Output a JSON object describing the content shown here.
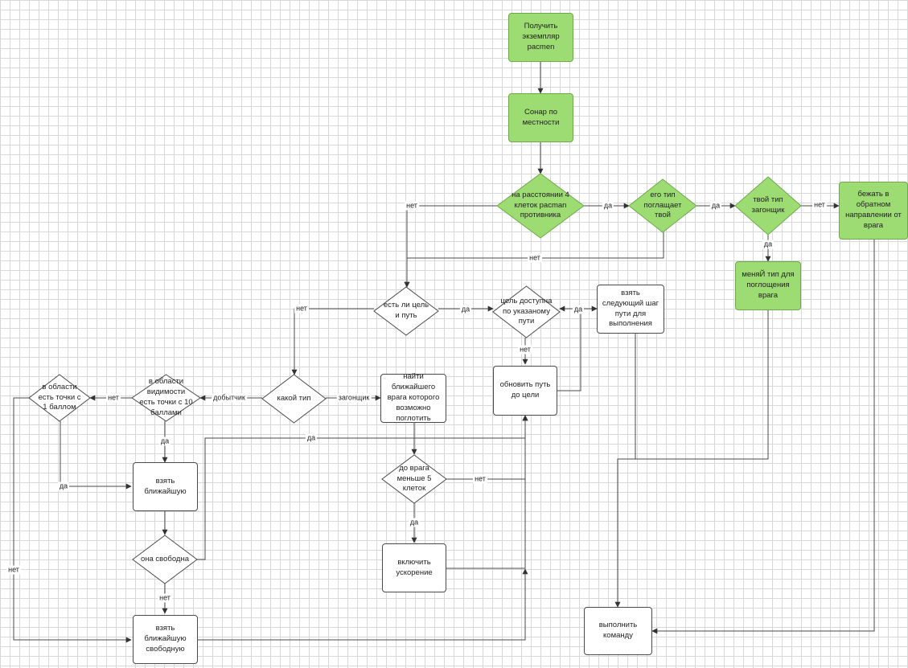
{
  "nodes": {
    "get_pacman": "Получить экземпляр pacmen",
    "sonar": "Сонар по местности",
    "within4": "на расстоянии 4 клеток pacman противника",
    "his_type_eats": "его тип поглащает твой",
    "your_type_chaser": "твой тип загонщик",
    "run_away": "бежать в обратном направлении от врага",
    "change_type": "меняЙ тип для поглощения врага",
    "has_goal": "есть ли цель и путь",
    "goal_reachable": "цель доступна по указаному пути",
    "take_next_step": "взять следующий шаг пути для выполнения",
    "update_path": "обновить путь до цели",
    "which_type": "какой тип",
    "find_enemy": "найти ближайшего врага которого возможно поглотить",
    "area10": "в области видимости есть точки с 10 баллами",
    "area1": "в области есть точки с 1 баллом",
    "take_nearest": "взять ближайшую",
    "is_free": "она свободна",
    "take_nearest_free": "взять ближайшую свободную",
    "enemy_lt5": "до врага меньше 5 клеток",
    "enable_speed": "включить ускорение",
    "execute": "выполнить команду"
  },
  "edge_labels": {
    "within4_no": "нет",
    "within4_yes": "да",
    "his_type_yes": "да",
    "his_type_no": "нет",
    "chaser_no": "нет",
    "chaser_yes": "да",
    "has_goal_no": "нет",
    "has_goal_yes": "да",
    "reachable_yes": "да",
    "reachable_no": "нет",
    "which_prey": "добытчик",
    "which_chaser": "загонщик",
    "area10_no": "нет",
    "area10_yes": "да",
    "area1_yes": "да",
    "area1_no": "нет",
    "free_yes": "да",
    "free_no": "нет",
    "lt5_no": "нет",
    "lt5_yes": "да"
  },
  "colors": {
    "green_fill": "#9ddb73",
    "green_border": "#6fa84c",
    "line": "#4a4a4a"
  }
}
